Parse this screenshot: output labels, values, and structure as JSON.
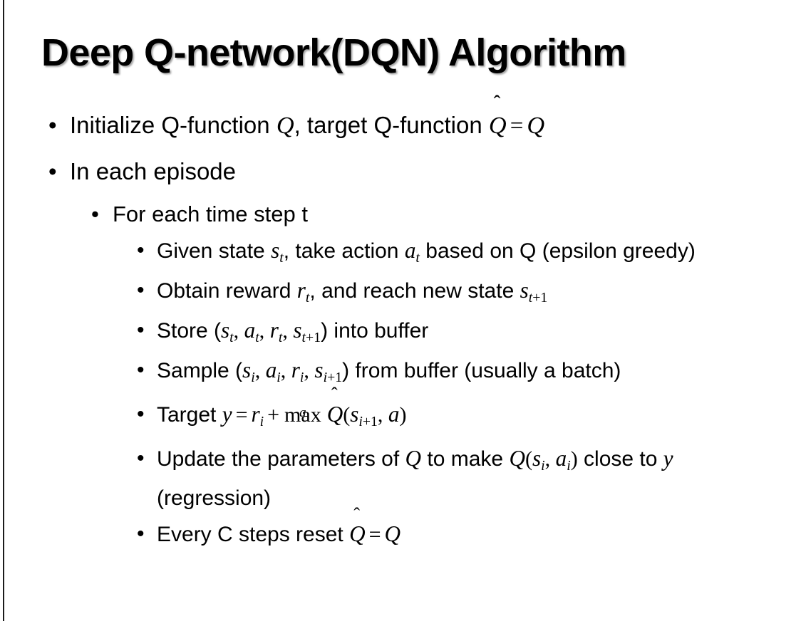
{
  "slide": {
    "title": "Deep Q-network(DQN) Algorithm",
    "bullet_glyph": "•",
    "background_color": "#ffffff",
    "text_color": "#000000",
    "edge_rule_color": "#1b1b1b"
  },
  "content": {
    "l1_initialize": {
      "prefix": "Initialize Q-function ",
      "var_q": "Q",
      "mid": ", target Q-function ",
      "qhat_letter": "Q",
      "qhat_accent": "ˆ",
      "equals": "=",
      "var_q2": "Q"
    },
    "l1_in_each_episode": "In each episode",
    "l2_for_each_time_step": "For each time step t",
    "l3_given_state": {
      "part1": "Given state ",
      "s": "s",
      "s_sub": "t",
      "part2": ", take action ",
      "a": "a",
      "a_sub": "t",
      "part3": " based on Q (epsilon greedy)"
    },
    "l3_obtain_reward": {
      "part1": "Obtain reward ",
      "r": "r",
      "r_sub": "t",
      "part2": ", and reach new state ",
      "s": "s",
      "s_sub_var": "t",
      "s_sub_plus": "+1"
    },
    "l3_store": {
      "part1": "Store (",
      "s1": "s",
      "s1_sub": "t",
      "sep1": ", ",
      "a1": "a",
      "a1_sub": "t",
      "sep2": ", ",
      "r1": "r",
      "r1_sub": "t",
      "sep3": ", ",
      "s2": "s",
      "s2_sub_var": "t",
      "s2_sub_plus": "+1",
      "part2": ") into buffer"
    },
    "l3_sample": {
      "part1": "Sample (",
      "s1": "s",
      "s1_sub": "i",
      "sep1": ", ",
      "a1": "a",
      "a1_sub": "i",
      "sep2": ", ",
      "r1": "r",
      "r1_sub": "i",
      "sep3": ", ",
      "s2": "s",
      "s2_sub_var": "i",
      "s2_sub_plus": "+1",
      "part2": ") from buffer (usually a batch)"
    },
    "l3_target": {
      "part1": "Target ",
      "y": "y",
      "equals": "=",
      "r": "r",
      "r_sub": "i",
      "plus": "+",
      "max": "max",
      "max_limit": "a",
      "qhat_letter": "Q",
      "qhat_accent": "ˆ",
      "open": "(",
      "s": "s",
      "s_sub_var": "i",
      "s_sub_plus": "+1",
      "comma": ", ",
      "a": "a",
      "close": ")"
    },
    "l3_update": {
      "part1": "Update the parameters of ",
      "q1": "Q",
      "part2": " to make ",
      "q2": "Q",
      "open": "(",
      "s": "s",
      "s_sub": "i",
      "comma": ", ",
      "a": "a",
      "a_sub": "i",
      "close": ")",
      "part3": " close to ",
      "y": "y",
      "part4": " (regression)"
    },
    "l3_every_c": {
      "part1": "Every C steps reset ",
      "qhat_letter": "Q",
      "qhat_accent": "ˆ",
      "equals": "=",
      "q": "Q"
    }
  }
}
